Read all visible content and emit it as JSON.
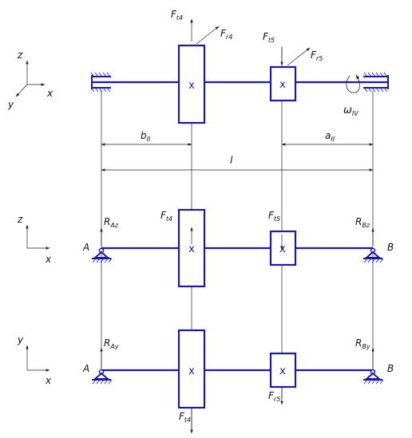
{
  "colors": {
    "shaft": "#1a1aa8",
    "line": "#222222",
    "text": "#111111"
  },
  "axes": {
    "top": {
      "z": "z",
      "x": "x",
      "y": "y"
    },
    "middle": {
      "z": "z",
      "x": "x"
    },
    "bottom": {
      "y": "y",
      "x": "x"
    }
  },
  "forces": {
    "top_ft4": {
      "main": "F",
      "sub": "t4"
    },
    "top_fr4": {
      "main": "F",
      "sub": "r4"
    },
    "top_ft5": {
      "main": "F",
      "sub": "t5"
    },
    "top_fr5": {
      "main": "F",
      "sub": "r5"
    },
    "mid_ft4": {
      "main": "F",
      "sub": "t4"
    },
    "mid_ft5": {
      "main": "F",
      "sub": "t5"
    },
    "bot_ft4": {
      "main": "F",
      "sub": "t4"
    },
    "bot_fr5": {
      "main": "F",
      "sub": "r5"
    }
  },
  "reactions": {
    "raz": {
      "main": "R",
      "sub": "Az"
    },
    "rbz": {
      "main": "R",
      "sub": "Bz"
    },
    "ray": {
      "main": "R",
      "sub": "Ay"
    },
    "rby": {
      "main": "R",
      "sub": "By"
    }
  },
  "omega": {
    "main": "ω",
    "sub": "IV"
  },
  "dimensions": {
    "b": {
      "main": "b",
      "sub": "II"
    },
    "a": {
      "main": "a",
      "sub": "II"
    },
    "l": "l"
  },
  "supports": {
    "A_mid": "A",
    "B_mid": "B",
    "A_bot": "A",
    "B_bot": "B"
  },
  "gear_mark": "x"
}
